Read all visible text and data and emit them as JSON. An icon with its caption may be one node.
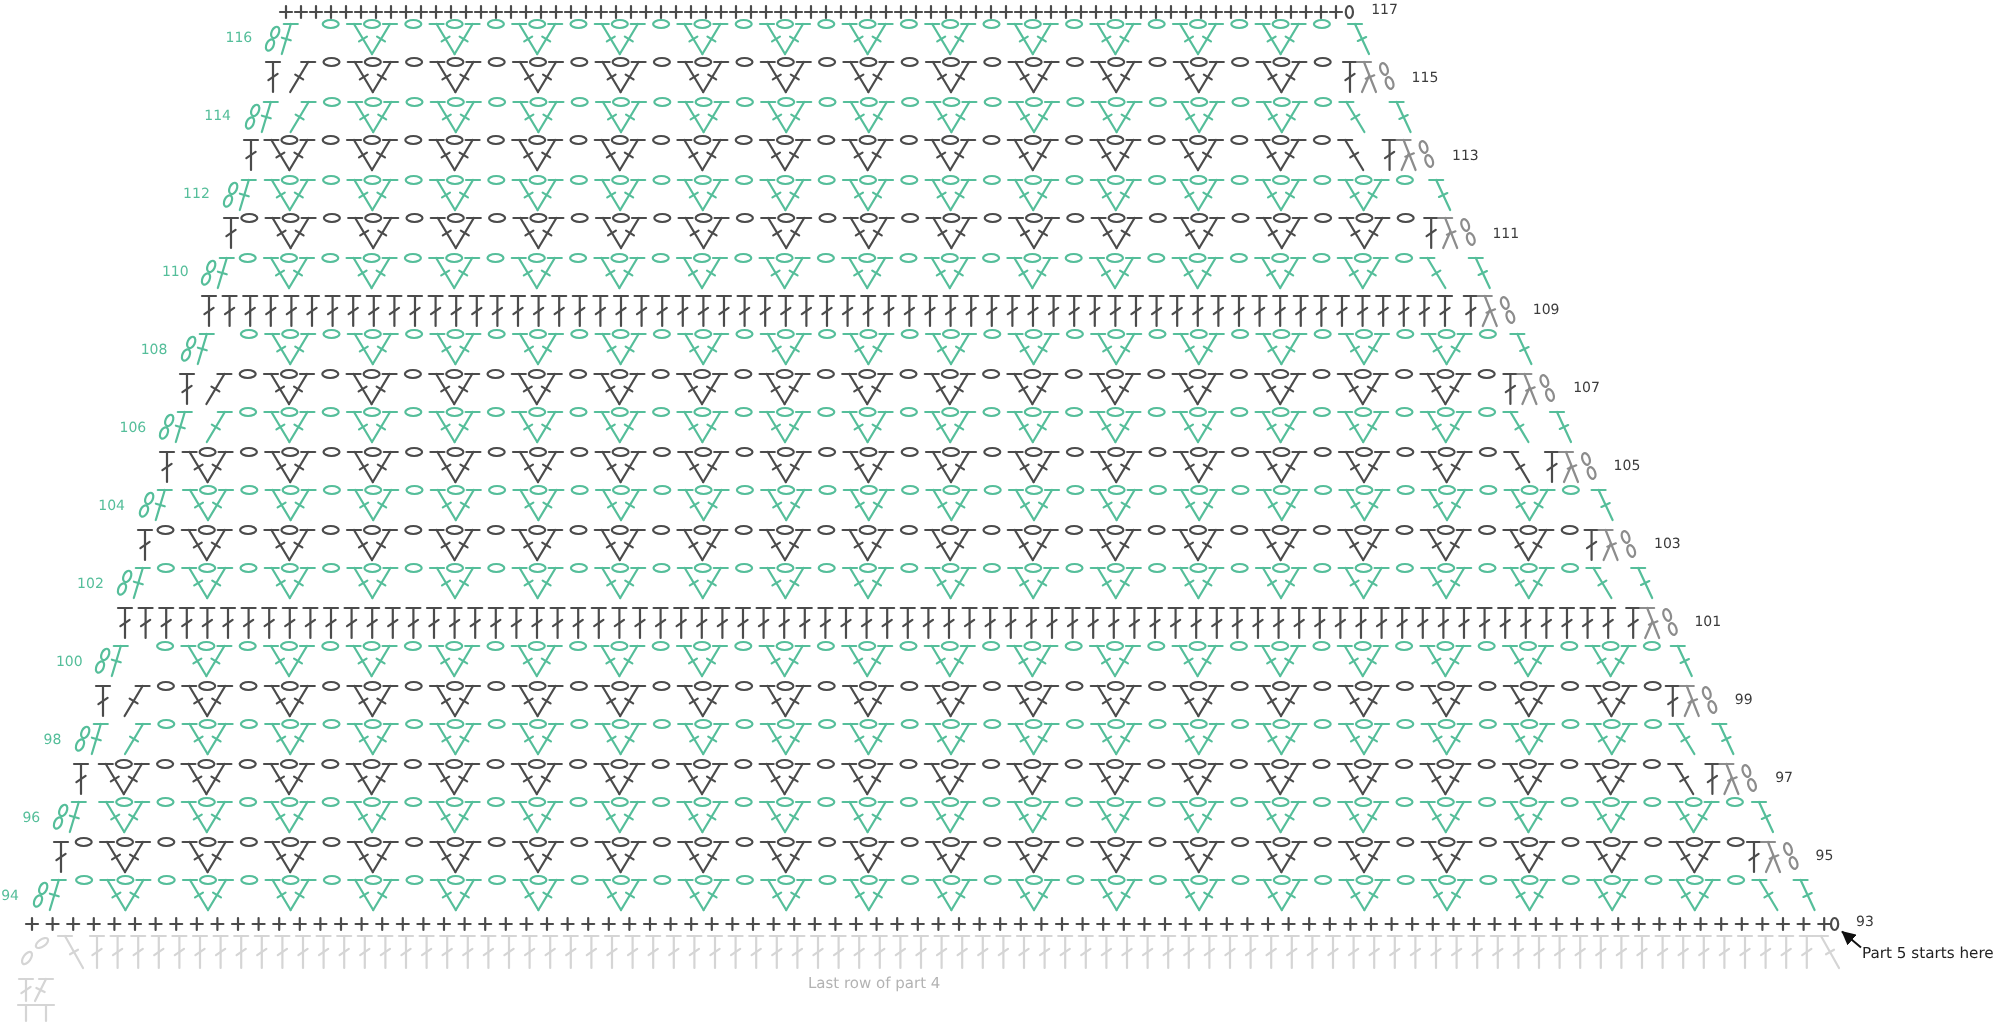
{
  "diagram": {
    "nodes": [
      {
        "text": [],
        "shape": "picture"
      },
      {
        "text": [
          "Part 5 starts here"
        ]
      }
    ],
    "edges": [
      {
        "from": 1,
        "to": 0,
        "arrow": "to"
      }
    ],
    "labels": [
      "117",
      "116",
      "115",
      "114",
      "113",
      "112",
      "111",
      "110",
      "109",
      "108",
      "107",
      "106",
      "105",
      "104",
      "103",
      "102",
      "101",
      "100",
      "99",
      "98",
      "97",
      "96",
      "95",
      "94",
      "93",
      "Last row of part 4"
    ]
  }
}
